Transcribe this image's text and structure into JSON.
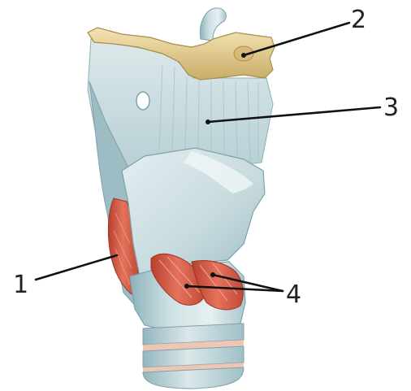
{
  "labels": [
    {
      "id": "1",
      "text": "1"
    },
    {
      "id": "2",
      "text": "2"
    },
    {
      "id": "3",
      "text": "3"
    },
    {
      "id": "4",
      "text": "4"
    }
  ],
  "colors": {
    "cartilage": "#b9d3d8",
    "cartilage_shadow": "#7fa8b1",
    "cartilage_highlight": "#e3eef0",
    "hyoid_bone": "#e8d29a",
    "hyoid_shadow": "#b39a5a",
    "muscle": "#d4553f",
    "muscle_light": "#ee9a86",
    "leader_line": "#111111",
    "background": "#ffffff"
  },
  "icons": [
    "larynx-illustration"
  ]
}
